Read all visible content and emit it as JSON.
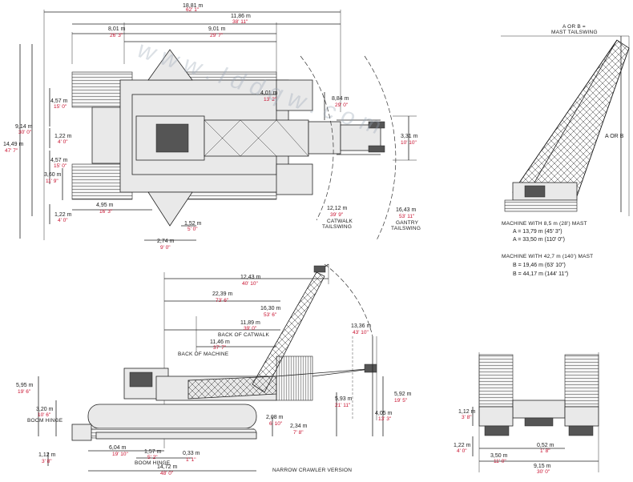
{
  "top_view": {
    "dim_1881": {
      "m": "18,81 m",
      "ft": "62' 1\""
    },
    "dim_1186": {
      "m": "11,86 m",
      "ft": "38' 11\""
    },
    "dim_801": {
      "m": "8,01 m",
      "ft": "26' 3\""
    },
    "dim_901": {
      "m": "9,01 m",
      "ft": "29' 7\""
    },
    "dim_457a": {
      "m": "4,57 m",
      "ft": "15' 0\""
    },
    "dim_914": {
      "m": "9,14 m",
      "ft": "30' 0\""
    },
    "dim_1449": {
      "m": "14,49 m",
      "ft": "47' 7\""
    },
    "dim_122a": {
      "m": "1,22 m",
      "ft": "4' 0\""
    },
    "dim_457b": {
      "m": "4,57 m",
      "ft": "15' 0\""
    },
    "dim_360": {
      "m": "3,60 m",
      "ft": "11' 9\""
    },
    "dim_122b": {
      "m": "1,22 m",
      "ft": "4' 0\""
    },
    "dim_495": {
      "m": "4,95 m",
      "ft": "16' 3\""
    },
    "dim_152": {
      "m": "1,52 m",
      "ft": "5' 0\""
    },
    "dim_274": {
      "m": "2,74 m",
      "ft": "9' 0\""
    },
    "dim_401": {
      "m": "4,01 m",
      "ft": "13' 2\""
    },
    "dim_884": {
      "m": "8,84 m",
      "ft": "29' 0\""
    },
    "dim_331": {
      "m": "3,31 m",
      "ft": "10' 10\""
    },
    "dim_1212": {
      "m": "12,12 m",
      "ft": "39' 9\""
    },
    "dim_1643": {
      "m": "16,43 m",
      "ft": "53' 11\""
    },
    "catwalk_tailswing": "CATWALK\nTAILSWING",
    "gantry_tailswing": "GANTRY\nTAILSWING"
  },
  "side_view": {
    "dim_1243": {
      "m": "12,43 m",
      "ft": "40' 10\""
    },
    "dim_2239": {
      "m": "22,39 m",
      "ft": "73' 6\""
    },
    "dim_1630": {
      "m": "16,30 m",
      "ft": "53' 6\""
    },
    "dim_1189": {
      "m": "11,89 m",
      "ft": "39' 0\""
    },
    "back_of_catwalk": "BACK OF CATWALK",
    "dim_1146": {
      "m": "11,46 m",
      "ft": "37' 7\""
    },
    "back_of_machine": "BACK OF MACHINE",
    "dim_1336": {
      "m": "13,36 m",
      "ft": "43' 10\""
    },
    "dim_595": {
      "m": "5,95 m",
      "ft": "19' 6\""
    },
    "dim_320": {
      "m": "3,20 m",
      "ft": "10' 6\""
    },
    "boom_hinge": "BOOM HINGE",
    "dim_593": {
      "m": "5,93 m",
      "ft": "21' 11\""
    },
    "dim_592": {
      "m": "5,92 m",
      "ft": "19' 5\""
    },
    "dim_405": {
      "m": "4,05 m",
      "ft": "13' 3\""
    },
    "dim_208": {
      "m": "2,08 m",
      "ft": "6' 10\""
    },
    "dim_234": {
      "m": "2,34 m",
      "ft": "7' 8\""
    },
    "dim_112": {
      "m": "1,12 m",
      "ft": "3' 8\""
    },
    "dim_604": {
      "m": "6,04 m",
      "ft": "19' 10\""
    },
    "dim_157": {
      "m": "1,57 m",
      "ft": "5' 2\""
    },
    "dim_033": {
      "m": "0,33 m",
      "ft": "1' 1\""
    },
    "boom_hinge2": "BOOM HINGE",
    "dim_1472": {
      "m": "14,72 m",
      "ft": "48' 0\""
    },
    "caption": "NARROW CRAWLER VERSION"
  },
  "mast_view": {
    "title1": "A OR B =",
    "title2": "MAST TAILSWING",
    "a_or_b": "A OR B",
    "caption1": "MACHINE WITH 8,5 m (28') MAST",
    "a1": "A = 13,79 m (45' 3\")",
    "a2": "A = 33,50 m (110' 0\")",
    "caption2": "MACHINE WITH 42,7 m (140') MAST",
    "b1": "B = 19,46 m (63' 10\")",
    "b2": "B = 44,17 m (144' 11\")"
  },
  "front_view": {
    "dim_112": {
      "m": "1,12 m",
      "ft": "3' 8\""
    },
    "dim_122": {
      "m": "1,22 m",
      "ft": "4' 0\""
    },
    "dim_350": {
      "m": "3,50 m",
      "ft": "11' 0\""
    },
    "dim_052": {
      "m": "0,52 m",
      "ft": "1' 8\""
    },
    "dim_915": {
      "m": "9,15 m",
      "ft": "30' 0\""
    }
  },
  "watermark": "w w w . l d d q w . c o m"
}
